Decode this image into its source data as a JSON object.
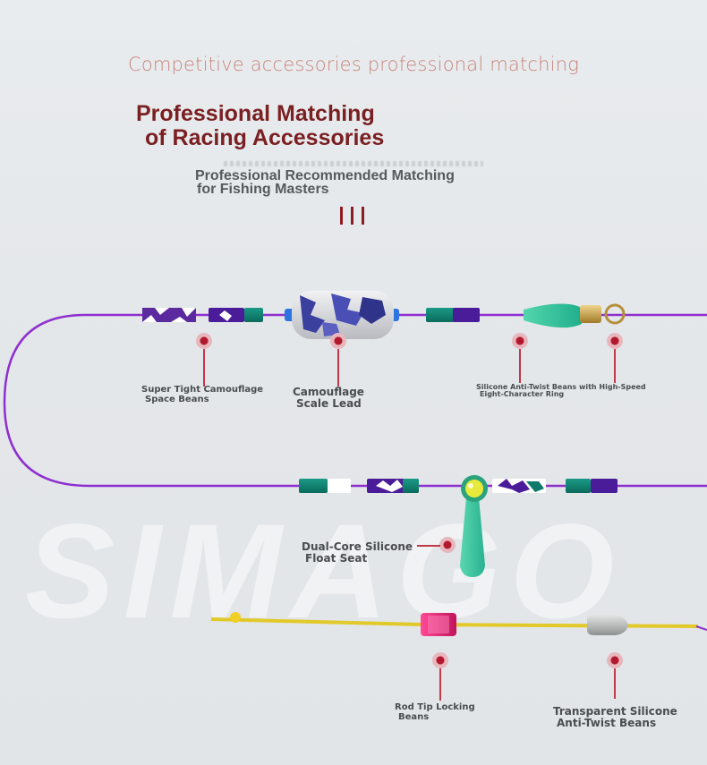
{
  "header": {
    "subtitle": "Competitive accessories professional matching",
    "title_line1": "Professional Matching",
    "title_line2": "of Racing Accessories",
    "recommend_line1": "Professional Recommended Matching",
    "recommend_line2": "for Fishing Masters"
  },
  "watermark": "SIMAGO",
  "labels": {
    "camo_beans_1": "Super Tight Camouflage",
    "camo_beans_2": "Space Beans",
    "scale_lead_1": "Camouflage",
    "scale_lead_2": "Scale Lead",
    "anti_twist_1": "Silicone Anti-Twist Beans with High-Speed",
    "anti_twist_2": "Eight-Character Ring",
    "float_seat_1": "Dual-Core Silicone",
    "float_seat_2": "Float Seat",
    "rod_tip_1": "Rod Tip Locking",
    "rod_tip_2": "Beans",
    "transparent_1": "Transparent Silicone",
    "transparent_2": "Anti-Twist Beans"
  },
  "colors": {
    "line": "#8e2fd0",
    "brand": "#7a1f22",
    "teal": "#0d7a6c",
    "purple": "#4b1c9a",
    "yellow_line": "#e8d22a"
  }
}
